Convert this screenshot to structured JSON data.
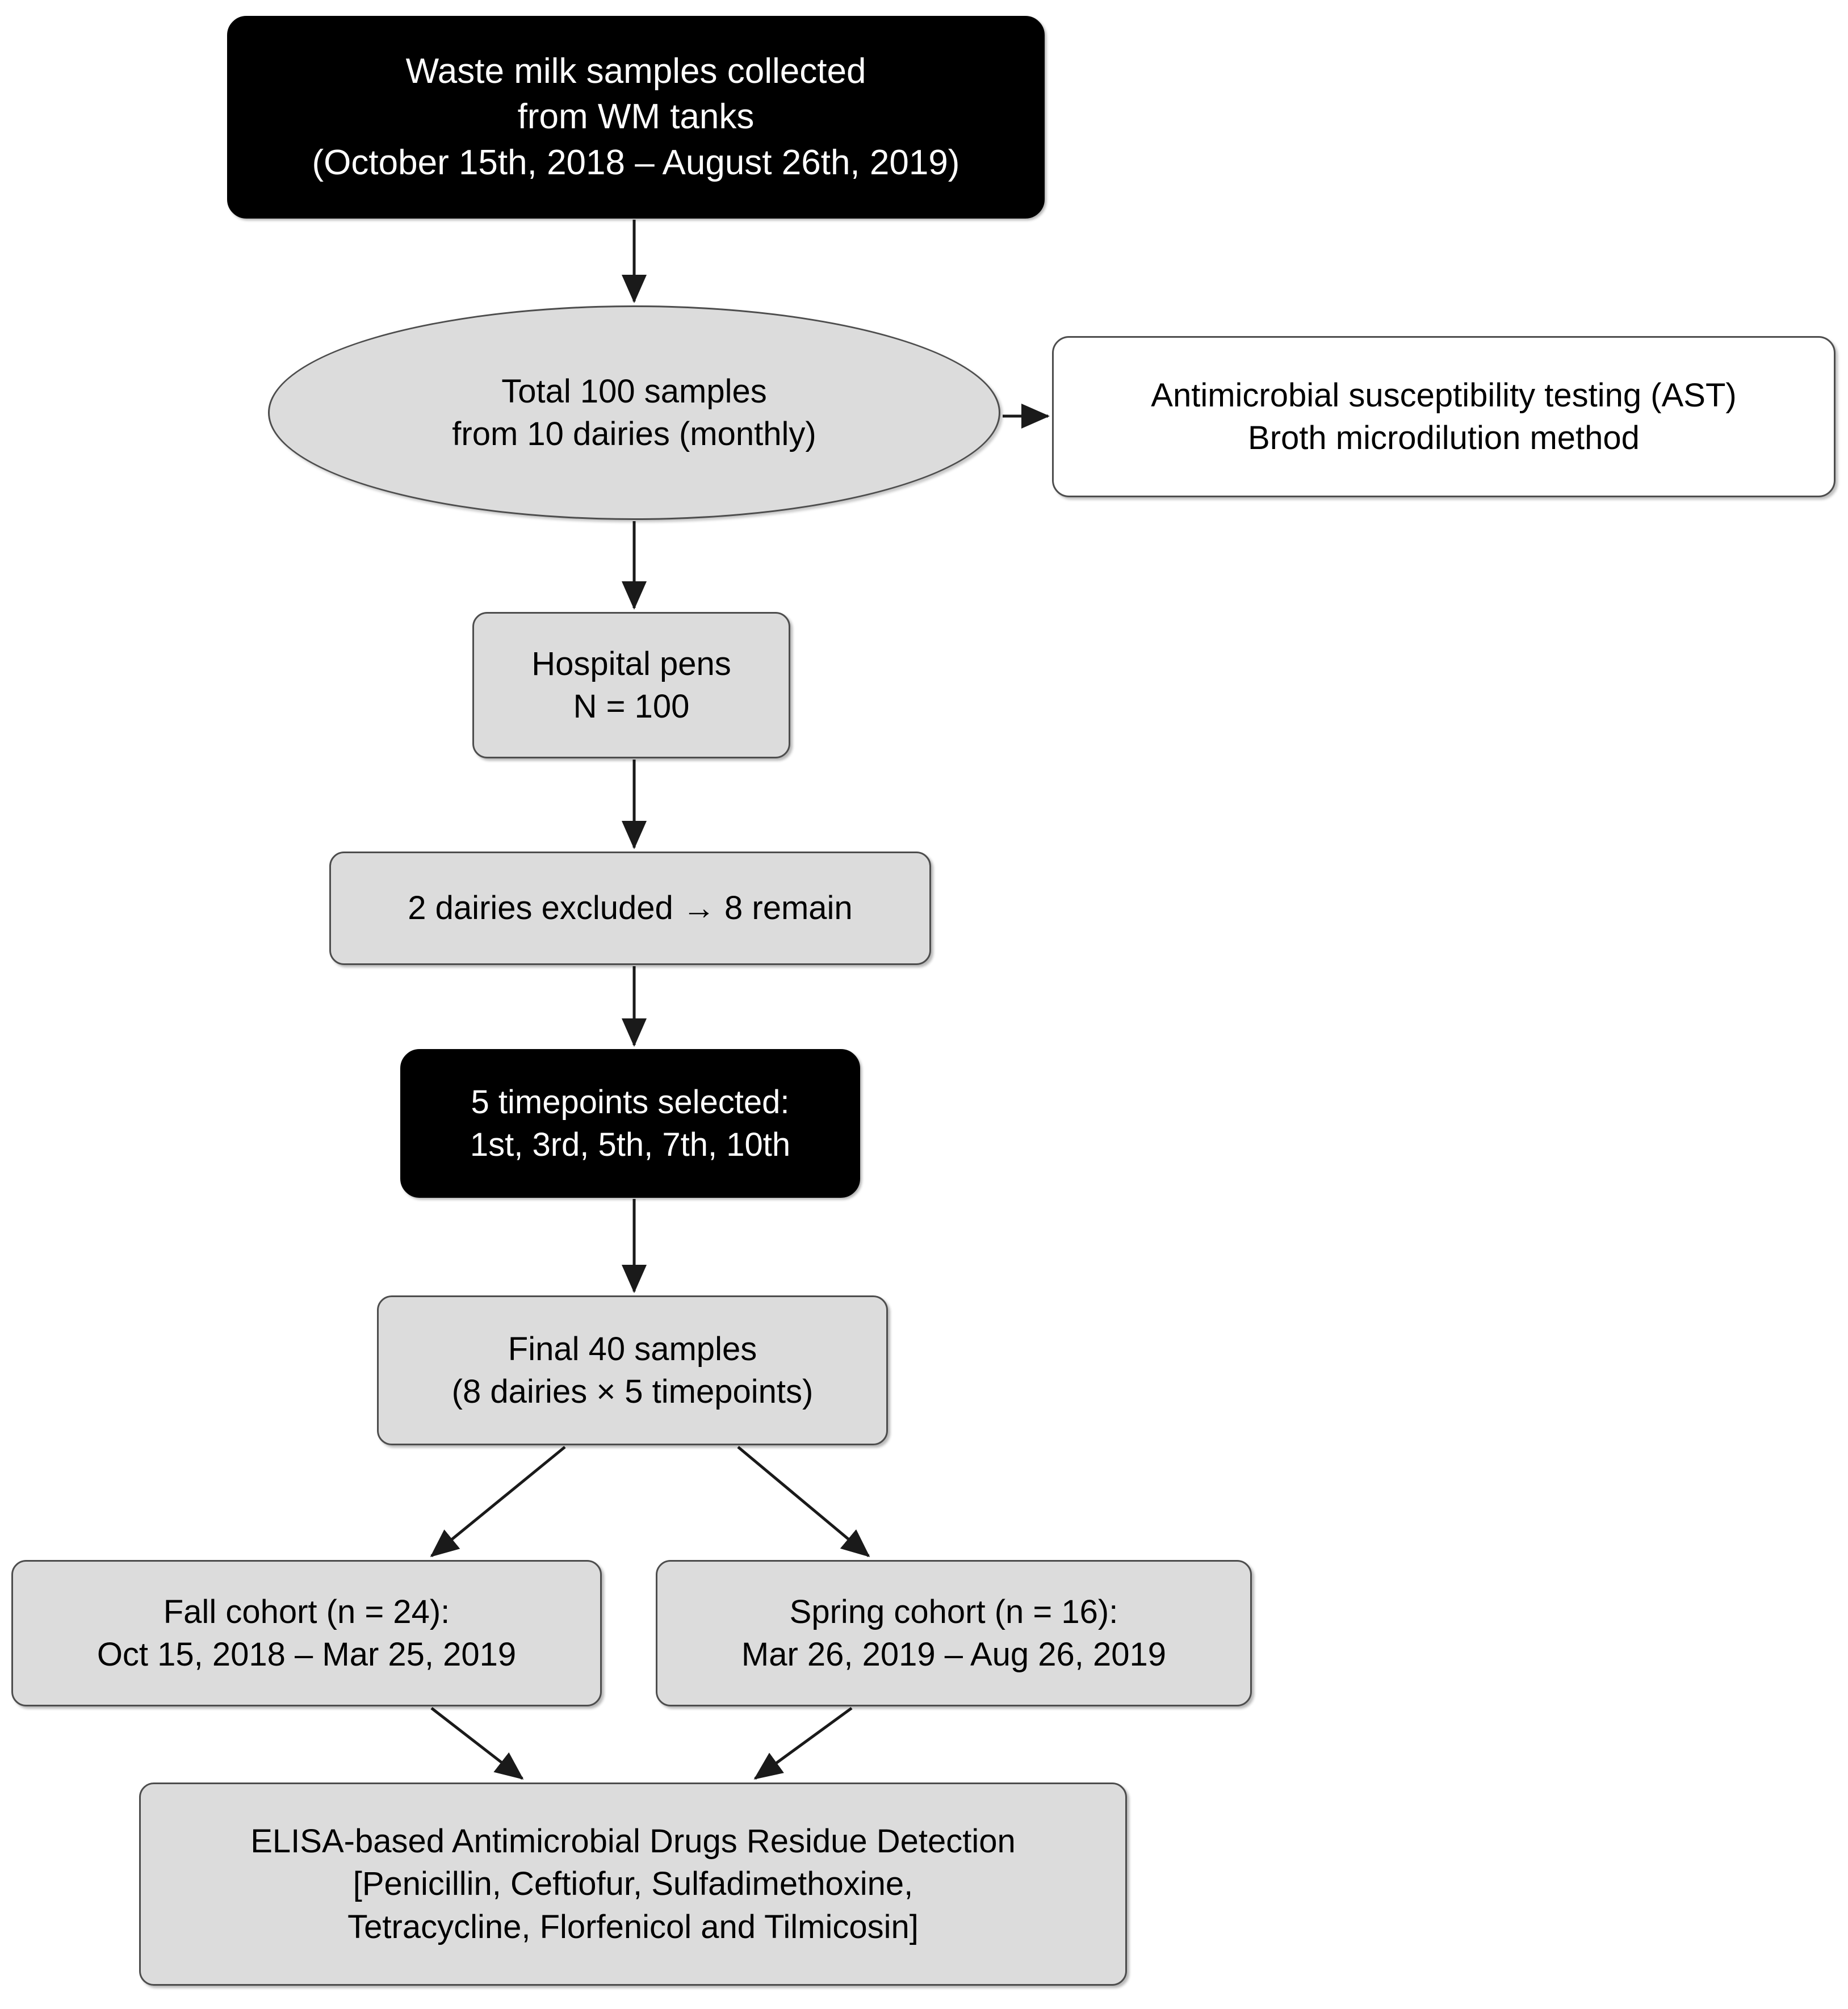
{
  "diagram": {
    "title": "Waste milk study sample selection flow",
    "colors": {
      "dark_node_fill": "#000000",
      "dark_node_text": "#ffffff",
      "gray_node_fill": "#dcdcdc",
      "white_node_fill": "#ffffff",
      "node_border": "#4d4d4d",
      "connector": "#1a1a1a",
      "page_background": "#ffffff"
    },
    "nodes": [
      {
        "id": "collection",
        "shape": "rounded-rectangle",
        "style": "dark",
        "text": "Waste milk samples collected\nfrom WM tanks\n(October 15th, 2018 – August 26th, 2019)"
      },
      {
        "id": "total",
        "shape": "ellipse",
        "style": "gray",
        "text": "Total 100 samples\nfrom 10 dairies (monthly)"
      },
      {
        "id": "ast",
        "shape": "rounded-rectangle",
        "style": "white",
        "text": "Antimicrobial susceptibility testing (AST)\nBroth microdilution method"
      },
      {
        "id": "hospital",
        "shape": "rounded-rectangle",
        "style": "gray",
        "text": "Hospital pens\nN = 100"
      },
      {
        "id": "excluded",
        "shape": "rounded-rectangle",
        "style": "gray",
        "text": "2 dairies excluded → 8 remain"
      },
      {
        "id": "timepoints",
        "shape": "rounded-rectangle",
        "style": "dark",
        "text": "5 timepoints selected:\n1st, 3rd, 5th, 7th, 10th"
      },
      {
        "id": "final",
        "shape": "rounded-rectangle",
        "style": "gray",
        "text": "Final 40 samples\n(8 dairies × 5 timepoints)"
      },
      {
        "id": "fall",
        "shape": "rounded-rectangle",
        "style": "gray",
        "text": "Fall cohort (n = 24):\nOct 15, 2018 – Mar 25, 2019"
      },
      {
        "id": "spring",
        "shape": "rounded-rectangle",
        "style": "gray",
        "text": "Spring cohort (n = 16):\nMar 26, 2019 – Aug 26, 2019"
      },
      {
        "id": "elisa",
        "shape": "rounded-rectangle",
        "style": "gray",
        "text": "ELISA-based Antimicrobial Drugs Residue Detection\n[Penicillin, Ceftiofur, Sulfadimethoxine,\nTetracycline, Florfenicol and Tilmicosin]"
      }
    ],
    "edges": [
      {
        "id": "collection-to-total",
        "from": "collection",
        "to": "total",
        "direction": "down",
        "arrowhead": true
      },
      {
        "id": "total-to-ast",
        "from": "total",
        "to": "ast",
        "direction": "right",
        "arrowhead": true
      },
      {
        "id": "total-to-hospital",
        "from": "total",
        "to": "hospital",
        "direction": "down",
        "arrowhead": true
      },
      {
        "id": "hospital-to-excluded",
        "from": "hospital",
        "to": "excluded",
        "direction": "down",
        "arrowhead": true
      },
      {
        "id": "excluded-to-timepoints",
        "from": "excluded",
        "to": "timepoints",
        "direction": "down",
        "arrowhead": true
      },
      {
        "id": "timepoints-to-final",
        "from": "timepoints",
        "to": "final",
        "direction": "down",
        "arrowhead": true
      },
      {
        "id": "final-to-fall",
        "from": "final",
        "to": "fall",
        "direction": "down-left",
        "arrowhead": true
      },
      {
        "id": "final-to-spring",
        "from": "final",
        "to": "spring",
        "direction": "down-right",
        "arrowhead": true
      },
      {
        "id": "fall-to-elisa",
        "from": "fall",
        "to": "elisa",
        "direction": "down-right",
        "arrowhead": true
      },
      {
        "id": "spring-to-elisa",
        "from": "spring",
        "to": "elisa",
        "direction": "down-left",
        "arrowhead": true
      }
    ],
    "node_text": {
      "collection": "Waste milk samples collected\nfrom WM tanks\n(October 15th, 2018 – August 26th, 2019)",
      "total": "Total 100 samples\nfrom 10 dairies (monthly)",
      "ast": "Antimicrobial susceptibility testing (AST)\nBroth microdilution method",
      "hospital": "Hospital pens\nN = 100",
      "excluded": "2 dairies excluded → 8 remain",
      "timepoints": "5 timepoints selected:\n1st, 3rd, 5th, 7th, 10th",
      "final": "Final 40 samples\n(8 dairies × 5 timepoints)",
      "fall": "Fall cohort (n = 24):\nOct 15, 2018 – Mar 25, 2019",
      "spring": "Spring cohort (n = 16):\nMar 26, 2019 – Aug 26, 2019",
      "elisa": "ELISA-based Antimicrobial Drugs Residue Detection\n[Penicillin, Ceftiofur, Sulfadimethoxine,\nTetracycline, Florfenicol and Tilmicosin]"
    },
    "counts": {
      "total_samples": 100,
      "dairies_initial": 10,
      "hospital_pens_n": 100,
      "dairies_excluded": 2,
      "dairies_remaining": 8,
      "timepoints_selected": 5,
      "timepoint_labels": "1st, 3rd, 5th, 7th, 10th",
      "final_samples": 40,
      "fall_cohort_n": 24,
      "spring_cohort_n": 16
    },
    "analytes": [
      "Penicillin",
      "Ceftiofur",
      "Sulfadimethoxine",
      "Tetracycline",
      "Florfenicol",
      "Tilmicosin"
    ],
    "date_ranges": {
      "overall": "October 15th, 2018 – August 26th, 2019",
      "fall": "Oct 15, 2018 – Mar 25, 2019",
      "spring": "Mar 26, 2019 – Aug 26, 2019"
    }
  }
}
